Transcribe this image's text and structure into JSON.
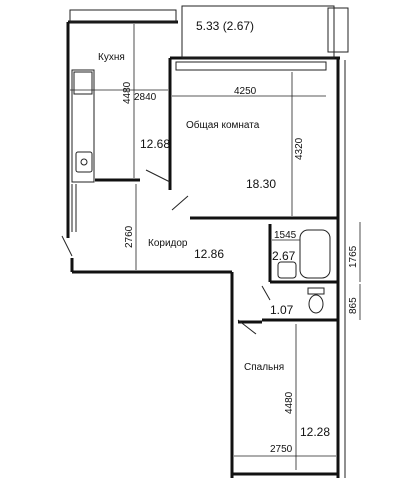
{
  "rooms": {
    "balcony": {
      "area": "5.33 (2.67)"
    },
    "kitchen": {
      "name": "Кухня",
      "area": "12.68"
    },
    "living": {
      "name": "Общая комната",
      "area": "18.30"
    },
    "corridor": {
      "name": "Коридор",
      "area": "12.86"
    },
    "bathroom": {
      "area": "2.67"
    },
    "wc": {
      "area": "1.07"
    },
    "bedroom": {
      "name": "Спальня",
      "area": "12.28"
    }
  },
  "dimensions": {
    "kitchen_width": "2840",
    "kitchen_length": "4480",
    "living_width": "4250",
    "living_length": "4320",
    "corridor_length": "2760",
    "bath_width": "1545",
    "bath_length": "1765",
    "wc_length": "865",
    "bedroom_width": "2750",
    "bedroom_length": "4480"
  },
  "colors": {
    "ink": "#111111",
    "paper": "#ffffff"
  }
}
